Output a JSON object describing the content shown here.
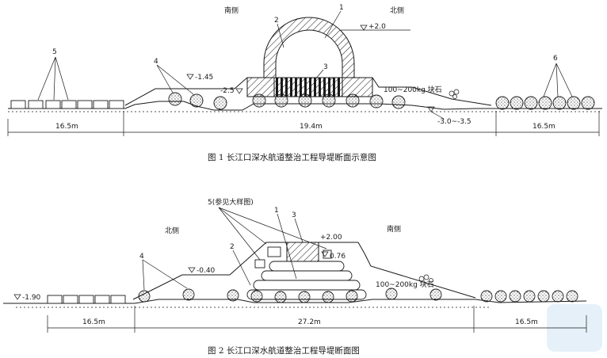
{
  "figure1": {
    "caption": "图 1   长江口深水航道整治工程导堤断面示意图",
    "side_left": "南侧",
    "side_right": "北侧",
    "callouts": [
      "1",
      "2",
      "3",
      "4",
      "5",
      "6"
    ],
    "levels": {
      "top": "+2.0",
      "left": "-1.45",
      "inner": "-2.5",
      "bottom": "-3.0~-3.5"
    },
    "stone_label": "100~200kg 块石",
    "dims": [
      "16.5m",
      "19.4m",
      "16.5m"
    ]
  },
  "figure2": {
    "caption": "图 2   长江口深水航道整治工程导堤断面图",
    "side_left": "北侧",
    "side_right": "南侧",
    "callout_5": "5(参见大样图)",
    "callouts": [
      "1",
      "2",
      "3",
      "4"
    ],
    "levels": {
      "top": "+2.00",
      "mid": "0.76",
      "left": "-0.40",
      "far_left": "-1.90"
    },
    "stone_label": "100~200kg 块石",
    "dims": [
      "16.5m",
      "27.2m",
      "16.5m"
    ]
  }
}
